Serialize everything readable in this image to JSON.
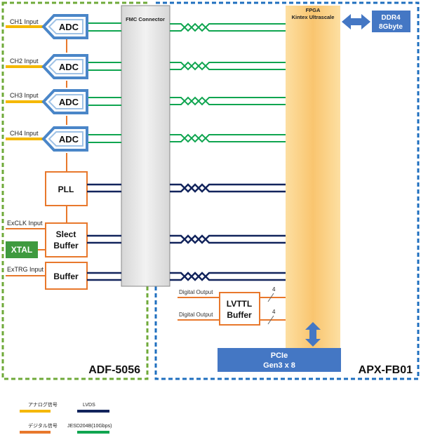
{
  "boards": {
    "left": "ADF-5056",
    "right": "APX-FB01"
  },
  "fmc": "FMC Connector",
  "fpga": {
    "line1": "FPGA",
    "line2": "Kintex Ultrascale"
  },
  "ddr": {
    "line1": "DDR4",
    "line2": "8Gbyte"
  },
  "pcie": {
    "line1": "PCIe",
    "line2": "Gen3 x 8"
  },
  "channels": [
    {
      "input": "CH1 Input",
      "adc": "ADC"
    },
    {
      "input": "CH2 Input",
      "adc": "ADC"
    },
    {
      "input": "CH3 Input",
      "adc": "ADC"
    },
    {
      "input": "CH4 Input",
      "adc": "ADC"
    }
  ],
  "pll": "PLL",
  "select_buffer": {
    "line1": "Slect",
    "line2": "Buffer"
  },
  "xtal": "XTAL",
  "buffer": "Buffer",
  "exclk": "ExCLK Input",
  "extrg": "ExTRG Input",
  "lvttl": {
    "line1": "LVTTL",
    "line2": "Buffer"
  },
  "digital_outputs": [
    {
      "label": "Digital Output",
      "bits": "4"
    },
    {
      "label": "Digital Output",
      "bits": "4"
    }
  ],
  "legend": {
    "analog": "アナログ信号",
    "digital": "デジタル信号",
    "lvds": "LVDS",
    "jesd": "JESD204B(10Gbps)"
  },
  "colors": {
    "analog": "#f5b800",
    "digital": "#e8782c",
    "lvds": "#12245c",
    "jesd": "#10a550",
    "board_left": "#6faa3a",
    "board_right": "#1f6fbf",
    "adc_border": "#4a86c8",
    "blue_block": "#4477c4",
    "xtal": "#3f9a3f",
    "fpga": "#fac872"
  }
}
